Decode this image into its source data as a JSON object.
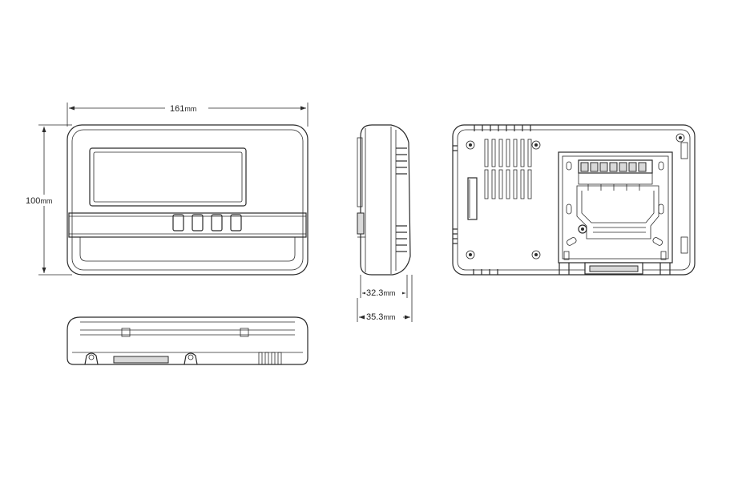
{
  "dimensions": {
    "width": {
      "value": "161",
      "unit": "mm"
    },
    "height": {
      "value": "100",
      "unit": "mm"
    },
    "depth_inner": {
      "value": "32.3",
      "unit": "mm"
    },
    "depth_outer": {
      "value": "35.3",
      "unit": "mm"
    }
  },
  "colors": {
    "line": "#2a2a2a",
    "fill": "#d9d9d9",
    "background": "#ffffff"
  }
}
